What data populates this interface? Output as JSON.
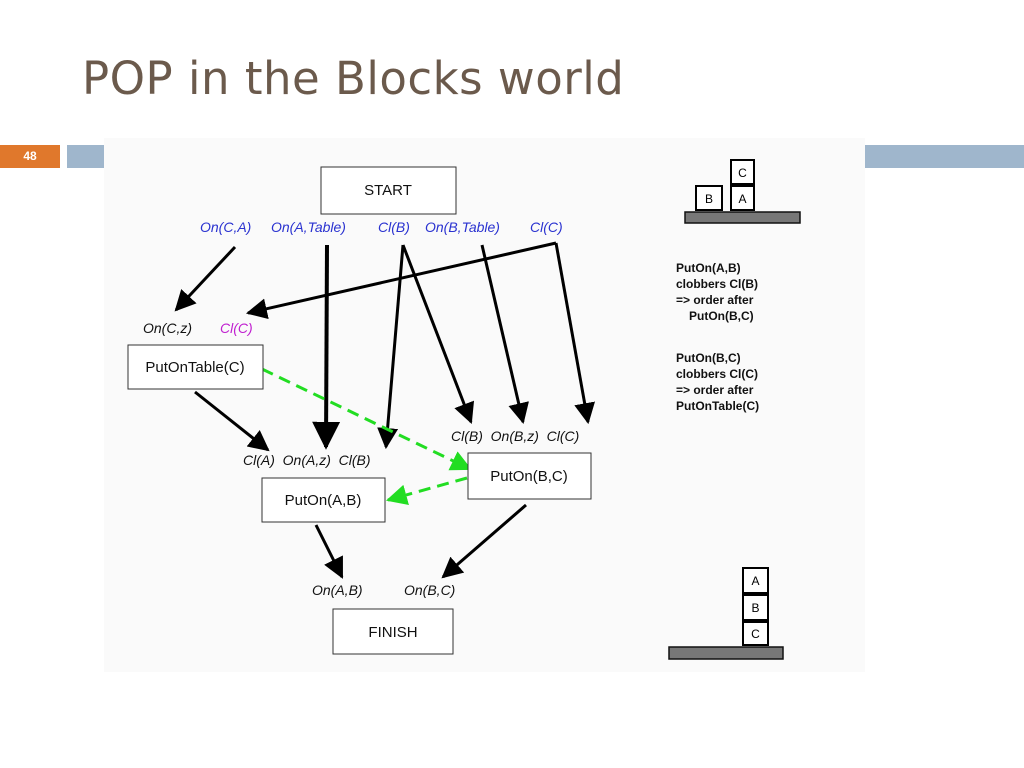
{
  "slide": {
    "title": "POP in the Blocks world",
    "page_number": "48"
  },
  "plan": {
    "start": "START",
    "start_effects": [
      "On(C,A)",
      "On(A,Table)",
      "Cl(B)",
      "On(B,Table)",
      "Cl(C)"
    ],
    "put_on_table_c": {
      "label": "PutOnTable(C)",
      "pre1": "On(C,z)",
      "pre2": "Cl(C)"
    },
    "put_on_a_b": {
      "label": "PutOn(A,B)",
      "pre": "Cl(A)  On(A,z)  Cl(B)"
    },
    "put_on_b_c": {
      "label": "PutOn(B,C)",
      "pre": "Cl(B)  On(B,z)  Cl(C)"
    },
    "finish": {
      "label": "FINISH",
      "goal1": "On(A,B)",
      "goal2": "On(B,C)"
    }
  },
  "initial_state": {
    "blocks": [
      "C",
      "B",
      "A"
    ]
  },
  "goal_state": {
    "blocks": [
      "A",
      "B",
      "C"
    ]
  },
  "notes": [
    {
      "lines": [
        "PutOn(A,B)",
        "clobbers Cl(B)",
        "=> order after",
        "PutOn(B,C)"
      ]
    },
    {
      "lines": [
        "PutOn(B,C)",
        "clobbers Cl(C)",
        "=> order after",
        "PutOnTable(C)"
      ]
    }
  ],
  "colors": {
    "title": "#6b5a4c",
    "accent_bar": "#9fb6cc",
    "page_badge": "#e0782c",
    "effect_text": "#2a32d0",
    "threat_text": "#c020d0",
    "ordering_link": "#22dd22"
  }
}
